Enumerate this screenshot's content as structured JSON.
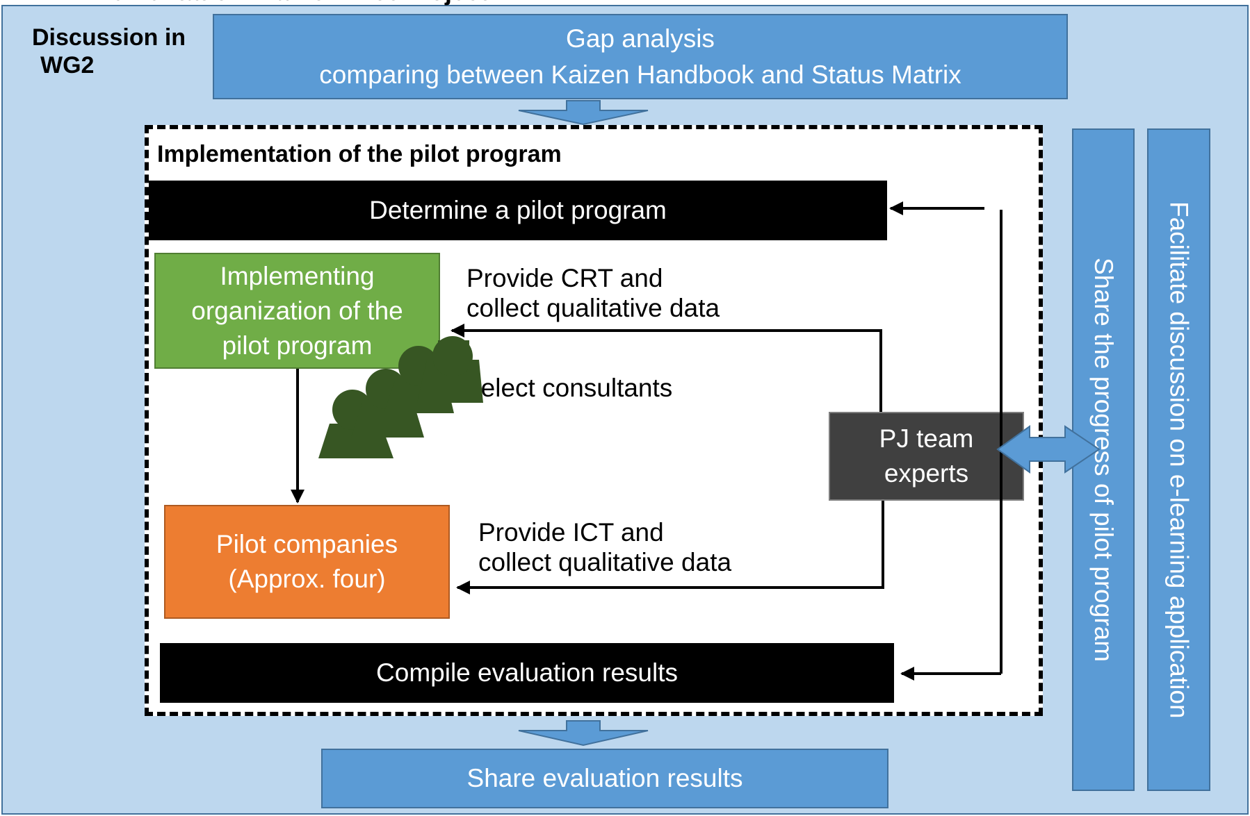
{
  "header": {
    "partial_title": "lementation Plan of Pilot Project",
    "group_label_line1": "Discussion in",
    "group_label_line2": "WG2"
  },
  "gap_analysis": {
    "line1": "Gap analysis",
    "line2": "comparing between Kaizen Handbook and  Status Matrix"
  },
  "pilot_frame": {
    "title": "Implementation of the pilot program"
  },
  "steps": {
    "determine": "Determine a pilot program",
    "compile": "Compile evaluation results"
  },
  "implementing_org": {
    "line1": "Implementing",
    "line2": "organization of the",
    "line3": "pilot program"
  },
  "pilot_companies": {
    "line1": "Pilot companies",
    "line2": "(Approx. four)"
  },
  "pj_team": {
    "line1": "PJ team",
    "line2": "experts"
  },
  "arrow_labels": {
    "crt_line1": "Provide CRT and",
    "crt_line2": "collect qualitative data",
    "ict_line1": "Provide ICT and",
    "ict_line2": "collect qualitative data",
    "consultants": "Select consultants"
  },
  "side_bars": {
    "share_progress": "Share the progress of pilot program",
    "facilitate": "Facilitate discussion on e-learning  application"
  },
  "share_results": "Share evaluation results",
  "colors": {
    "background": "#bdd7ee",
    "blue_box": "#5b9bd5",
    "green_box": "#70ad47",
    "orange_box": "#ed7d31",
    "dark_box": "#404040",
    "consultant_icon": "#375623"
  },
  "icons": {
    "consultants": "people-group-icon",
    "bidirectional": "double-arrow-icon"
  }
}
